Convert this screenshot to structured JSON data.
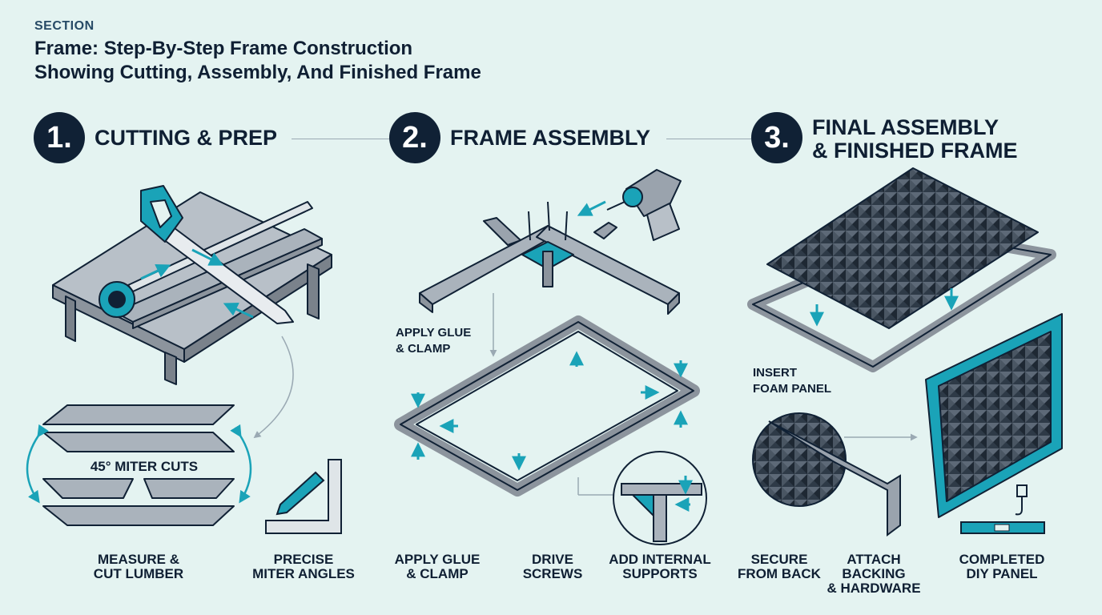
{
  "header": {
    "section_label": "SECTION",
    "title_line1": "Frame: Step-By-Step Frame Construction",
    "title_line2": "Showing Cutting, Assembly, And Finished Frame"
  },
  "steps": [
    {
      "number": "1.",
      "title_line1": "CUTTING & PREP",
      "title_line2": ""
    },
    {
      "number": "2.",
      "title_line1": "FRAME ASSEMBLY",
      "title_line2": ""
    },
    {
      "number": "3.",
      "title_line1": "FINAL ASSEMBLY",
      "title_line2": "& FINISHED FRAME"
    }
  ],
  "annotations": {
    "miter_cuts": "45° MITER CUTS",
    "apply_glue_line1": "APPLY GLUE",
    "apply_glue_line2": "& CLAMP",
    "insert_foam_line1": "INSERT",
    "insert_foam_line2": "FOAM PANEL"
  },
  "captions": [
    {
      "line1": "MEASURE &",
      "line2": "CUT LUMBER"
    },
    {
      "line1": "PRECISE",
      "line2": "MITER ANGLES"
    },
    {
      "line1": "APPLY GLUE",
      "line2": "& CLAMP"
    },
    {
      "line1": "DRIVE",
      "line2": "SCREWS"
    },
    {
      "line1": "ADD INTERNAL",
      "line2": "SUPPORTS"
    },
    {
      "line1": "SECURE",
      "line2": "FROM BACK"
    },
    {
      "line1": "ATTACH BACKING",
      "line2": "& HARDWARE"
    },
    {
      "line1": "COMPLETED",
      "line2": "DIY PANEL"
    }
  ],
  "colors": {
    "background": "#e4f3f1",
    "accent": "#1aa3b8",
    "dark": "#102135",
    "wood": "#9aa3ad"
  },
  "icons": [
    "hand-saw-icon",
    "tape-measure-icon",
    "pencil-icon",
    "square-ruler-icon",
    "drill-icon",
    "corner-clamp-icon",
    "screw-icon",
    "level-icon",
    "hook-icon"
  ]
}
